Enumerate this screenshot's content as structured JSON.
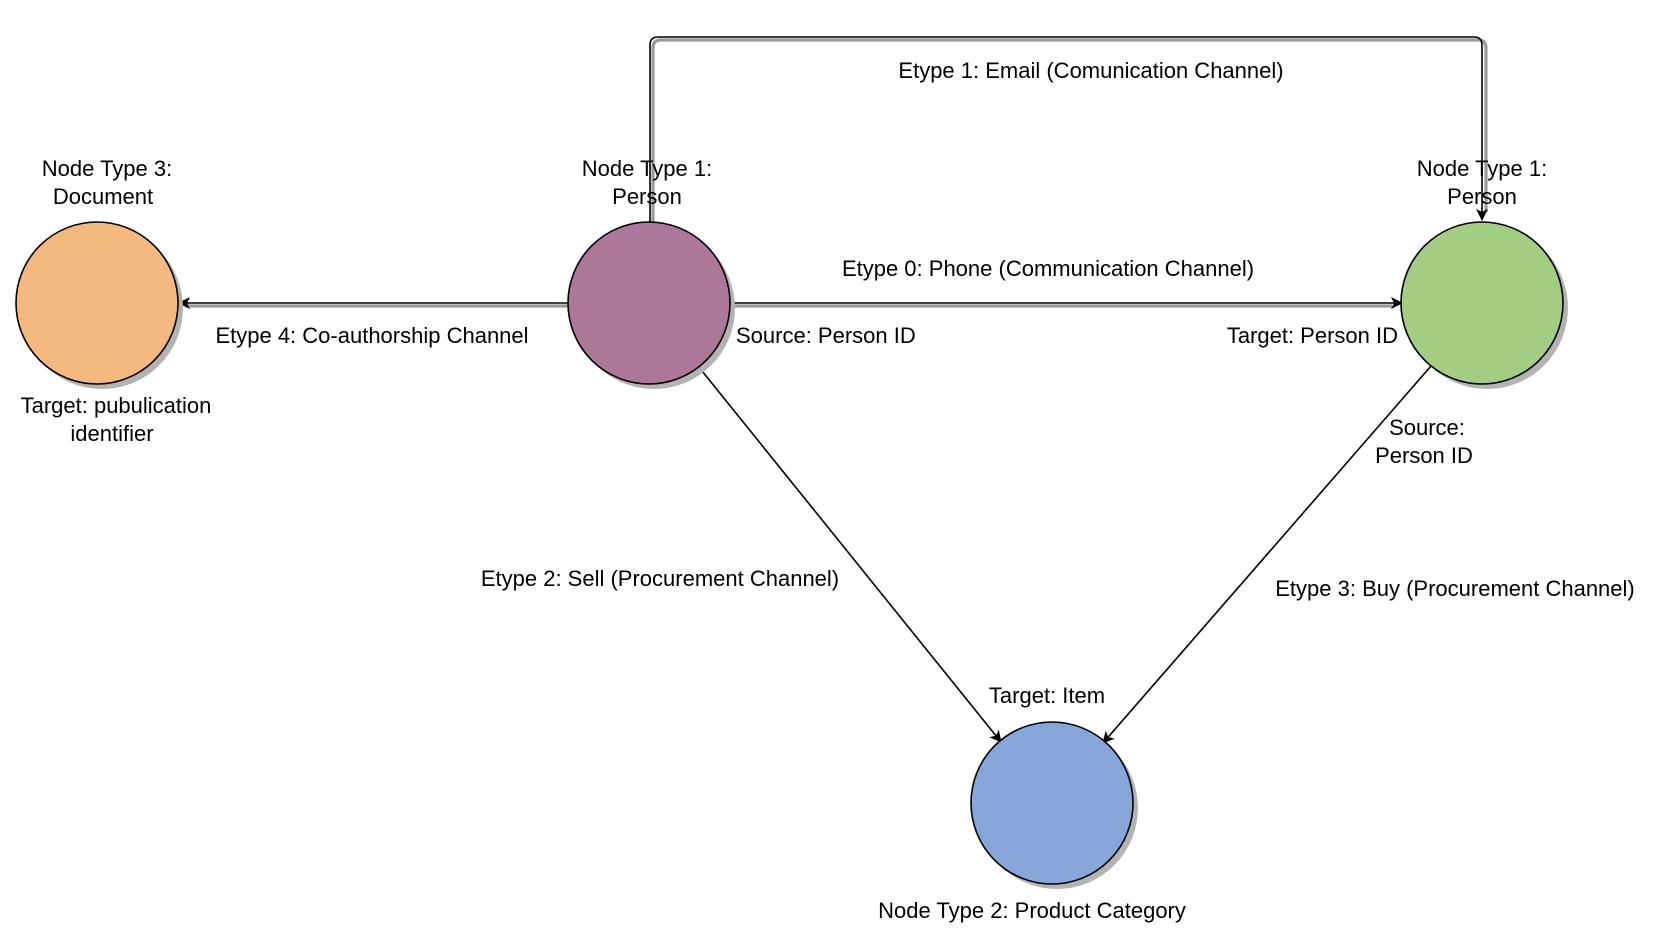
{
  "nodes": {
    "document": {
      "type_line1": "Node Type 3:",
      "type_line2": "Document",
      "target_line1": "Target: pubulication",
      "target_line2": "identifier",
      "color": "#f4b97e"
    },
    "person_source": {
      "type_line1": "Node Type 1:",
      "type_line2": "Person",
      "source_label": "Source: Person ID",
      "color": "#ad7799"
    },
    "person_target": {
      "type_line1": "Node Type 1:",
      "type_line2": "Person",
      "target_label": "Target: Person ID",
      "source_line1": "Source:",
      "source_line2": "Person ID",
      "color": "#a2cd82"
    },
    "product_category": {
      "type_label": "Node Type 2: Product Category",
      "target_label": "Target: Item",
      "color": "#87a6da"
    }
  },
  "edges": {
    "email": "Etype 1: Email (Comunication Channel)",
    "phone": "Etype 0: Phone (Communication Channel)",
    "coauthorship": "Etype 4: Co-authorship Channel",
    "sell": "Etype 2: Sell (Procurement Channel)",
    "buy": "Etype 3: Buy (Procurement Channel)"
  }
}
